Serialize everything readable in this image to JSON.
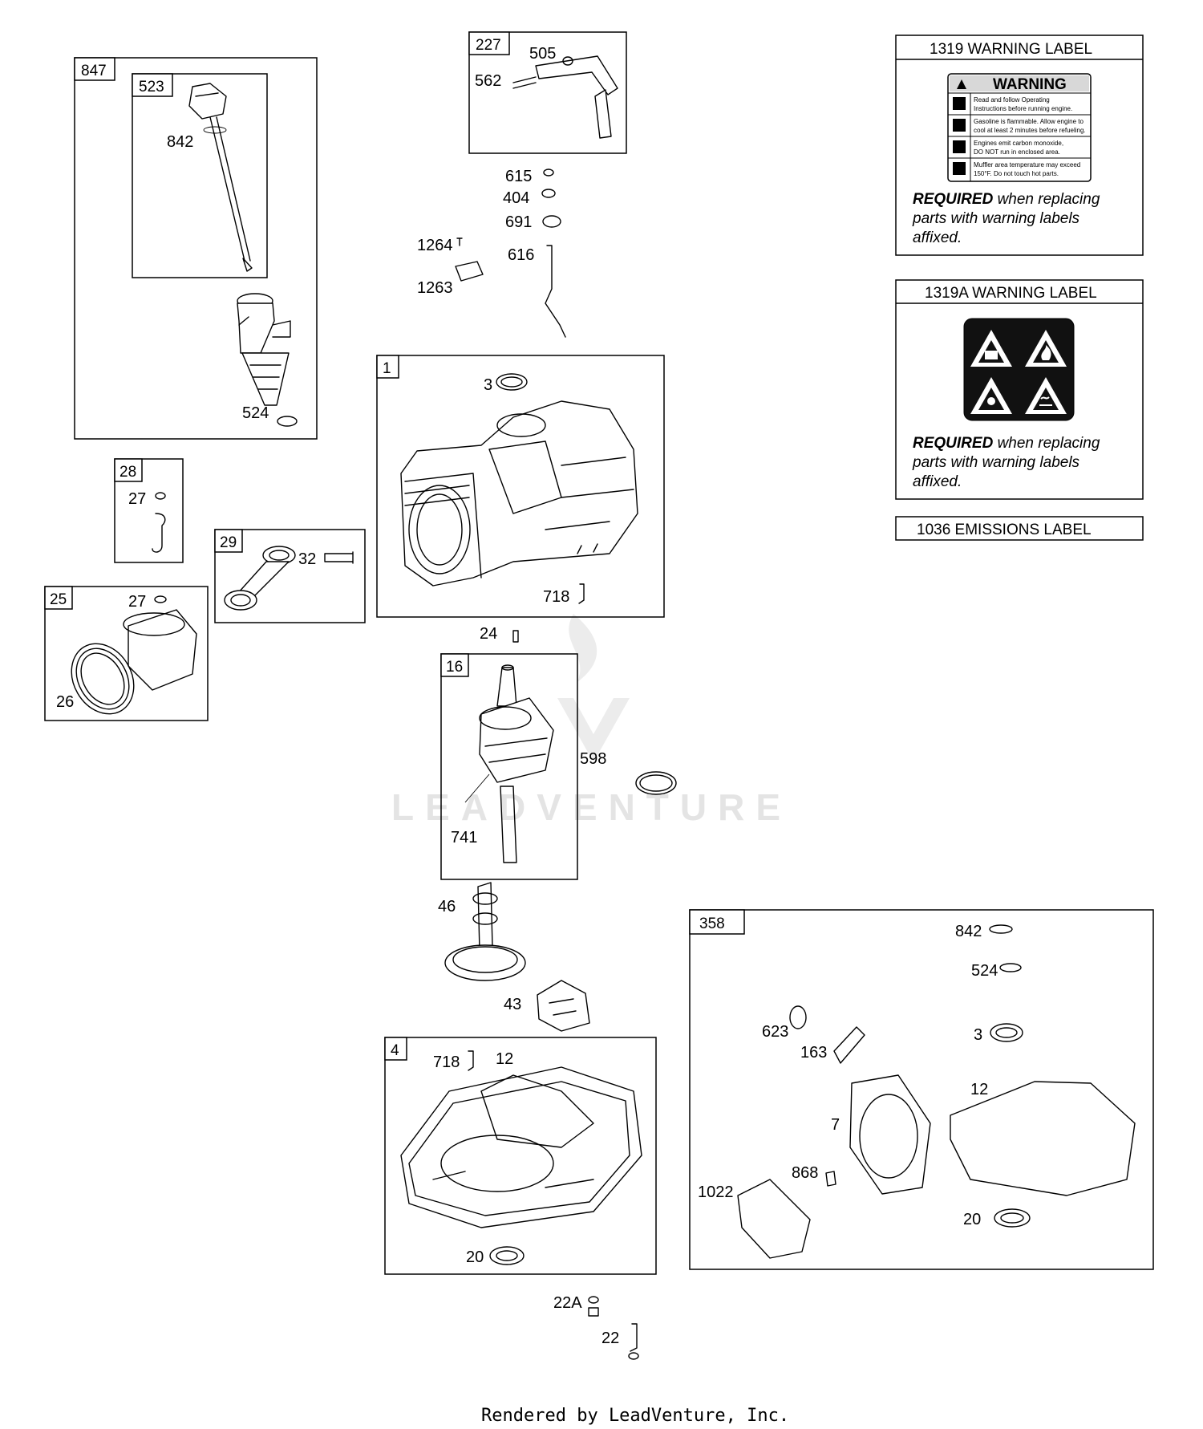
{
  "watermark": "LEADVENTURE",
  "footer": "Rendered by LeadVenture, Inc.",
  "assemblies": {
    "a847": "847",
    "a523": "523",
    "a227": "227",
    "a1": "1",
    "a28": "28",
    "a29": "29",
    "a25": "25",
    "a16": "16",
    "a4": "4",
    "a358": "358"
  },
  "callouts": {
    "c842a": "842",
    "c524a": "524",
    "c505": "505",
    "c562": "562",
    "c615": "615",
    "c404": "404",
    "c691": "691",
    "c1264": "1264",
    "c616": "616",
    "c1263": "1263",
    "c3a": "3",
    "c718a": "718",
    "c27a": "27",
    "c32": "32",
    "c27b": "27",
    "c26": "26",
    "c24": "24",
    "c598": "598",
    "c741": "741",
    "c46": "46",
    "c43": "43",
    "c718b": "718",
    "c12a": "12",
    "c20a": "20",
    "c22A": "22A",
    "c22": "22",
    "c842b": "842",
    "c524b": "524",
    "c623": "623",
    "c163": "163",
    "c3b": "3",
    "c12b": "12",
    "c7": "7",
    "c868": "868",
    "c1022": "1022",
    "c20b": "20"
  },
  "labels": {
    "warning_1319": {
      "title": "1319 WARNING LABEL",
      "decal_heading": "WARNING",
      "decal_lines": [
        "Read and follow Operating",
        "Instructions before running engine.",
        "Gasoline is flammable. Allow engine to",
        "cool at least 2 minutes before refueling.",
        "Engines emit carbon monoxide,",
        "DO NOT run in enclosed area.",
        "Muffler area temperature may exceed",
        "150°F. Do not touch hot parts."
      ],
      "note_bold": "REQUIRED",
      "note_rest": " when replacing",
      "note_line2": "parts with warning labels",
      "note_line3": "affixed."
    },
    "warning_1319A": {
      "title": "1319A WARNING LABEL",
      "note_bold": "REQUIRED",
      "note_rest": " when replacing",
      "note_line2": "parts with warning labels",
      "note_line3": "affixed."
    },
    "emissions_1036": {
      "title": "1036 EMISSIONS LABEL"
    }
  },
  "icons": [
    "manual-icon",
    "fire-icon",
    "exhaust-icon",
    "hot-surface-icon"
  ]
}
